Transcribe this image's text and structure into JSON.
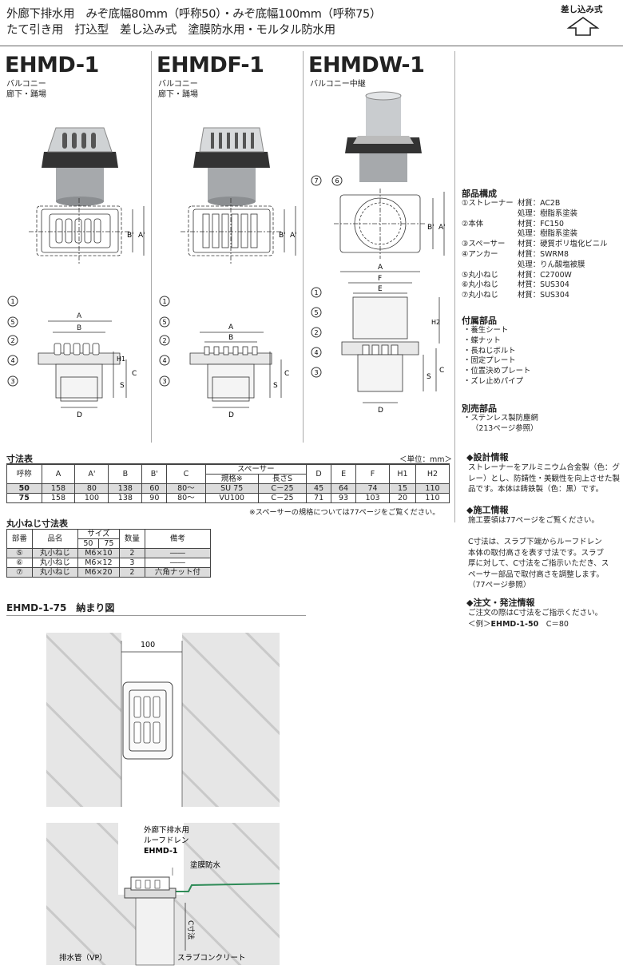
{
  "header": {
    "line1": "外廊下排水用　みぞ底幅80mm（呼称50）・みぞ底幅100mm（呼称75）",
    "line2": "たて引き用　打込型　差し込み式　塗膜防水用・モルタル防水用",
    "insert_type": "差し込み式"
  },
  "models": [
    {
      "name": "EHMD-1",
      "uses": [
        "バルコニー",
        "廊下・踊場"
      ]
    },
    {
      "name": "EHMDF-1",
      "uses": [
        "バルコニー",
        "廊下・踊場"
      ]
    },
    {
      "name": "EHMDW-1",
      "uses": [
        "バルコニー中継"
      ]
    }
  ],
  "labels": {
    "A": "A",
    "A_prime": "A'",
    "B": "B",
    "B_prime": "B'",
    "C": "C",
    "D": "D",
    "E": "E",
    "F": "F",
    "H1": "H1",
    "H2": "H2",
    "S": "S",
    "n1": "1",
    "n2": "2",
    "n3": "3",
    "n4": "4",
    "n5": "5",
    "n6": "6",
    "n7": "7"
  },
  "parts": {
    "title": "部品構成",
    "items": [
      {
        "name": "①ストレーナー",
        "spec": "材質：AC2B"
      },
      {
        "name": "",
        "spec": "処理：樹脂系塗装"
      },
      {
        "name": "②本体",
        "spec": "材質：FC150"
      },
      {
        "name": "",
        "spec": "処理：樹脂系塗装"
      },
      {
        "name": "③スペーサー",
        "spec": "材質：硬質ポリ塩化ビニル"
      },
      {
        "name": "④アンカー",
        "spec": "材質：SWRM8"
      },
      {
        "name": "",
        "spec": "処理：りん酸塩被膜"
      },
      {
        "name": "⑤丸小ねじ",
        "spec": "材質：C2700W"
      },
      {
        "name": "⑥丸小ねじ",
        "spec": "材質：SUS304"
      },
      {
        "name": "⑦丸小ねじ",
        "spec": "材質：SUS304"
      }
    ]
  },
  "accessories": {
    "title": "付属部品",
    "items": [
      "・養生シート",
      "・蝶ナット",
      "・長ねじボルト",
      "・固定プレート",
      "・位置決めプレート",
      "・ズレ止めパイプ"
    ]
  },
  "optional": {
    "title": "別売部品",
    "items": [
      "・ステンレス製防塵網",
      "（213ページ参照）"
    ]
  },
  "dim_table": {
    "title": "寸法表",
    "unit": "＜単位：mm＞",
    "spacer_header": "スペーサー",
    "headers": [
      "呼称",
      "A",
      "A'",
      "B",
      "B'",
      "C",
      "規格※",
      "長さS",
      "D",
      "E",
      "F",
      "H1",
      "H2"
    ],
    "rows": [
      [
        "50",
        "158",
        "80",
        "138",
        "60",
        "80～",
        "SU 75",
        "C－25",
        "45",
        "64",
        "74",
        "15",
        "110"
      ],
      [
        "75",
        "158",
        "100",
        "138",
        "90",
        "80～",
        "VU100",
        "C－25",
        "71",
        "93",
        "103",
        "20",
        "110"
      ]
    ],
    "note": "※スペーサーの規格については77ページをご覧ください。"
  },
  "screw_table": {
    "title": "丸小ねじ寸法表",
    "headers": [
      "部番",
      "品名",
      "サイズ",
      "数量",
      "備考"
    ],
    "size_sub": [
      "50",
      "75"
    ],
    "rows": [
      [
        "⑤",
        "丸小ねじ",
        "M6×10",
        "2",
        "――"
      ],
      [
        "⑥",
        "丸小ねじ",
        "M6×12",
        "3",
        "――"
      ],
      [
        "⑦",
        "丸小ねじ",
        "M6×20",
        "2",
        "六角ナット付"
      ]
    ]
  },
  "design": {
    "title": "◆設計情報",
    "lines": [
      "ストレーナーをアルミニウム合金製（色：グ",
      "レー）とし、防錆性・美観性を向上させた製",
      "品です。本体は鋳鉄製（色：黒）です。"
    ]
  },
  "construction": {
    "title": "◆施工情報",
    "lines": [
      "施工要領は77ページをご覧ください。",
      "",
      "C寸法は、スラブ下端からルーフドレン",
      "本体の取付高さを表す寸法です。スラブ",
      "厚に対して、C寸法をご指示いただき、ス",
      "ペーサー部品で取付高さを調整します。",
      "（77ページ参照）"
    ]
  },
  "order": {
    "title": "◆注文・発注情報",
    "line1": "ご注文の際はC寸法をご指示ください。",
    "example_prefix": "＜例＞",
    "example_model": "EHMD-1-50",
    "example_rest": "　C＝80"
  },
  "install": {
    "title": "EHMD-1-75　納まり図",
    "width": "100",
    "product_line1": "外廊下排水用",
    "product_line2": "ルーフドレン",
    "product_model": "EHMD-1",
    "waterproof": "塗膜防水",
    "c_dim": "C寸法",
    "pipe": "排水管（VP）",
    "slab": "スラブコンクリート"
  }
}
